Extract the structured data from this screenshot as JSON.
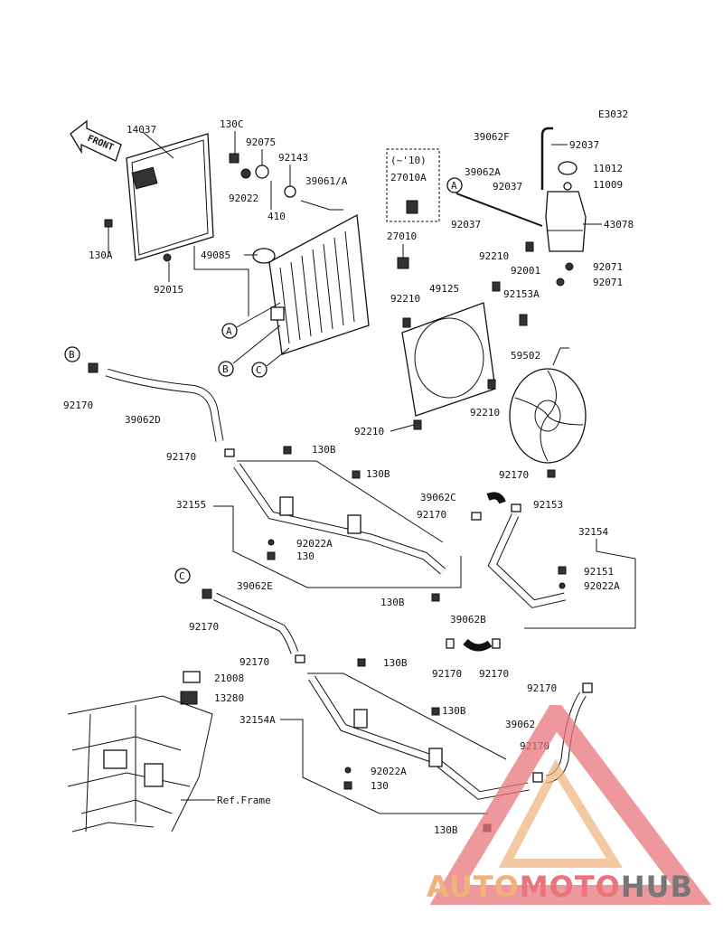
{
  "diagram": {
    "code": "E3032",
    "front_label": "FRONT",
    "version_note": "(~'10)",
    "ref_frame": "Ref.Frame",
    "circle_labels": {
      "a": "A",
      "b": "B",
      "c": "C"
    },
    "parts": {
      "p14037": "14037",
      "p130C": "130C",
      "p92075": "92075",
      "p92143": "92143",
      "p92022_top": "92022",
      "p410": "410",
      "p130A": "130A",
      "p92015": "92015",
      "p39061A": "39061/A",
      "p27010A": "27010A",
      "p27010": "27010",
      "p49085": "49085",
      "p39062F": "39062F",
      "p92037_a": "92037",
      "p11012": "11012",
      "p11009": "11009",
      "p39062A": "39062A",
      "p92037_b": "92037",
      "p92037_c": "92037",
      "p43078": "43078",
      "p92001": "92001",
      "p92071_a": "92071",
      "p92071_b": "92071",
      "p92210_a": "92210",
      "p49125": "49125",
      "p92210_b": "92210",
      "p92153A": "92153A",
      "p59502": "59502",
      "p92210_c": "92210",
      "p92210_d": "92210",
      "p92170_b": "92170",
      "p39062D": "39062D",
      "p92170_1": "92170",
      "p130B_1": "130B",
      "p130B_2": "130B",
      "p32155": "32155",
      "p39062C": "39062C",
      "p92170_2": "92170",
      "p92170_3": "92170",
      "p92153": "92153",
      "p92022A_1": "92022A",
      "p130_1": "130",
      "p130B_3": "130B",
      "p32154": "32154",
      "p92151": "92151",
      "p92022A_2": "92022A",
      "p39062E": "39062E",
      "p92170_c": "92170",
      "p39062B": "39062B",
      "p92170_4": "92170",
      "p92170_5": "92170",
      "p92170_6": "92170",
      "p130B_4": "130B",
      "p21008": "21008",
      "p13280": "13280",
      "p92170_7": "92170",
      "p130B_5": "130B",
      "p32154A": "32154A",
      "p39062": "39062",
      "p92170_8": "92170",
      "p92022A_3": "92022A",
      "p130_2": "130",
      "p130B_6": "130B"
    }
  },
  "watermark": {
    "part1": "AUTO",
    "part2": "MOTO",
    "part3": "HUB"
  },
  "colors": {
    "line": "#111111",
    "wm_orange": "#f0b27a",
    "wm_red": "#e8747c",
    "wm_gray": "#777777"
  }
}
